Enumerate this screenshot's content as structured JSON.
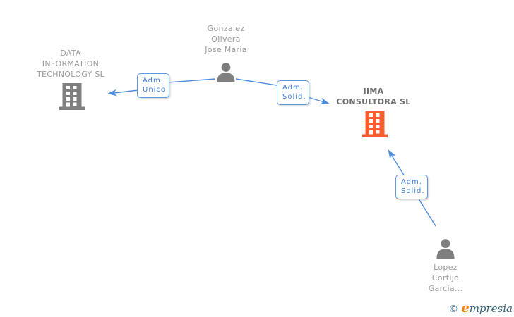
{
  "nodes": {
    "gonzalez": {
      "type": "person",
      "lines": [
        "Gonzalez",
        "Olivera",
        "Jose Maria"
      ]
    },
    "data_information": {
      "type": "company",
      "lines": [
        "DATA",
        "INFORMATION",
        "TECHNOLOGY SL"
      ]
    },
    "iima": {
      "type": "company",
      "highlighted": true,
      "lines": [
        "IIMA",
        "CONSULTORA SL"
      ]
    },
    "lopez": {
      "type": "person",
      "lines": [
        "Lopez",
        "Cortijo",
        "Garcia..."
      ]
    }
  },
  "edges": {
    "adm_unico": {
      "from": "gonzalez",
      "to": "data_information",
      "lines": [
        "Adm.",
        "Unico"
      ]
    },
    "adm_solid_top": {
      "from": "gonzalez",
      "to": "iima",
      "lines": [
        "Adm.",
        "Solid."
      ]
    },
    "adm_solid_bottom": {
      "from": "lopez",
      "to": "iima",
      "lines": [
        "Adm.",
        "Solid."
      ]
    }
  },
  "branding": {
    "copyright": "©",
    "logo_first_letter": "e",
    "logo_rest": "mpresia"
  },
  "colors": {
    "edge_blue": "#4d8edc",
    "edge_label_text": "#3f7fd6",
    "edge_label_border": "#5c9ae0",
    "node_gray": "#7f7f7f",
    "company_highlight_orange": "#fb5d2e",
    "name_text_gray": "#9b9b9b",
    "highlight_name_text": "#6e6e6e",
    "logo_orange": "#ef8410",
    "logo_teal": "#2f6175",
    "logo_copyright_blue": "#4b7fa3"
  }
}
